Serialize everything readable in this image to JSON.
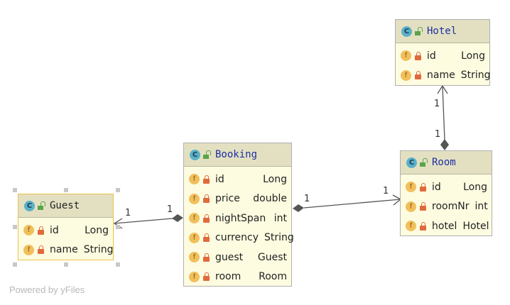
{
  "diagram": {
    "classes": [
      {
        "id": "hotel",
        "name": "Hotel",
        "kind_icon": "C",
        "selected": false,
        "fields": [
          {
            "name": "id",
            "type": "Long"
          },
          {
            "name": "name",
            "type": "String"
          }
        ]
      },
      {
        "id": "booking",
        "name": "Booking",
        "kind_icon": "C",
        "selected": false,
        "fields": [
          {
            "name": "id",
            "type": "Long"
          },
          {
            "name": "price",
            "type": "double"
          },
          {
            "name": "nightSpan",
            "type": "int"
          },
          {
            "name": "currency",
            "type": "String"
          },
          {
            "name": "guest",
            "type": "Guest"
          },
          {
            "name": "room",
            "type": "Room"
          }
        ]
      },
      {
        "id": "room",
        "name": "Room",
        "kind_icon": "C",
        "selected": false,
        "fields": [
          {
            "name": "id",
            "type": "Long"
          },
          {
            "name": "roomNr",
            "type": "int"
          },
          {
            "name": "hotel",
            "type": "Hotel"
          }
        ]
      },
      {
        "id": "guest",
        "name": "Guest",
        "kind_icon": "C",
        "selected": true,
        "fields": [
          {
            "name": "id",
            "type": "Long"
          },
          {
            "name": "name",
            "type": "String"
          }
        ]
      }
    ],
    "relations": [
      {
        "from": "room",
        "to": "hotel",
        "kind": "composition",
        "from_mult": "1",
        "to_mult": "1"
      },
      {
        "from": "booking",
        "to": "guest",
        "kind": "composition",
        "from_mult": "1",
        "to_mult": "1"
      },
      {
        "from": "booking",
        "to": "room",
        "kind": "composition",
        "from_mult": "1",
        "to_mult": "1"
      }
    ],
    "field_icon": "f",
    "icon_names": {
      "class": "class-icon",
      "field": "field-icon",
      "private": "lock-icon",
      "public": "open-lock-icon"
    },
    "colors": {
      "class_name": "#1e2ea0",
      "header": "#e3e0c2",
      "body": "#fdfce0",
      "selection": "#e8c24a"
    }
  },
  "watermark": "Powered by yFiles"
}
